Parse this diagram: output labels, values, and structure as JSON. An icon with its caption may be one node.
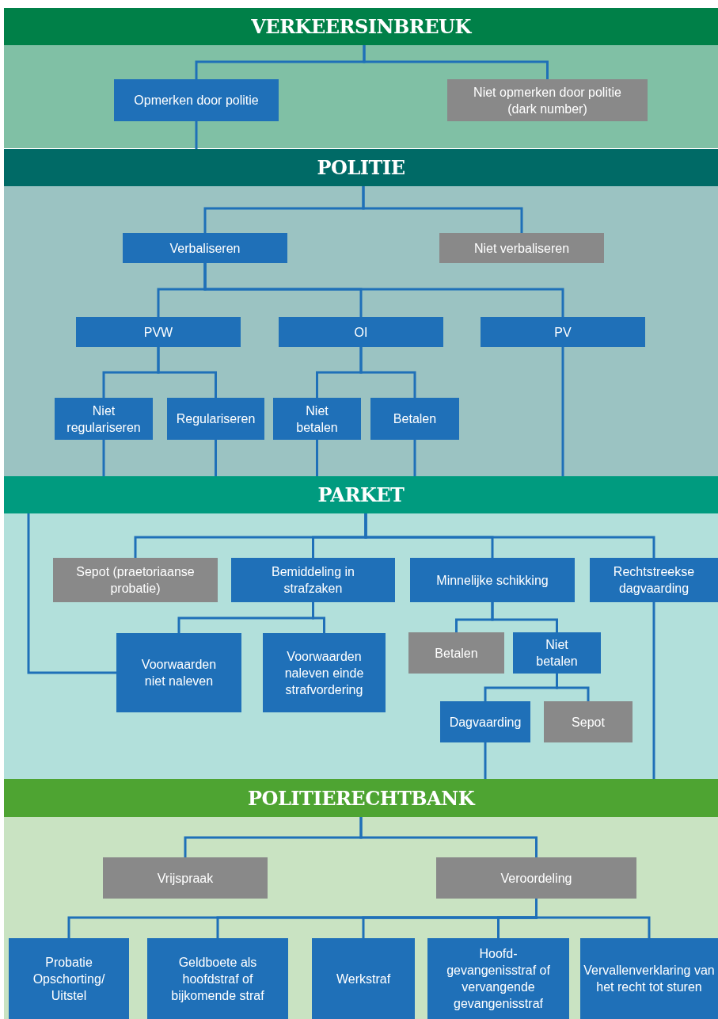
{
  "diagram": {
    "nodes": [
      {
        "text": [
          "VERKEERSINBREUK"
        ]
      },
      {
        "text": [
          "Opmerken door politie"
        ]
      },
      {
        "text": [
          "Niet opmerken door politie (dark number)"
        ]
      },
      {
        "text": [
          "POLITIE"
        ]
      },
      {
        "text": [
          "Verbaliseren"
        ]
      },
      {
        "text": [
          "Niet verbaliseren"
        ]
      },
      {
        "text": [
          "PVW"
        ]
      },
      {
        "text": [
          "OI"
        ]
      },
      {
        "text": [
          "PV"
        ]
      },
      {
        "text": [
          "Niet regulariseren"
        ]
      },
      {
        "text": [
          "Regulariseren"
        ]
      },
      {
        "text": [
          "Niet betalen"
        ]
      },
      {
        "text": [
          "Betalen"
        ]
      },
      {
        "text": [
          "PARKET"
        ]
      },
      {
        "text": [
          "Sepot (praetoriaanse probatie)"
        ]
      },
      {
        "text": [
          "Bemiddeling in strafzaken"
        ]
      },
      {
        "text": [
          "Minnelijke schikking"
        ]
      },
      {
        "text": [
          "Rechtstreekse dagvaarding"
        ]
      },
      {
        "text": [
          "Voorwaarden niet naleven"
        ]
      },
      {
        "text": [
          "Voorwaarden naleven einde strafvordering"
        ]
      },
      {
        "text": [
          "Betalen"
        ]
      },
      {
        "text": [
          "Niet betalen"
        ]
      },
      {
        "text": [
          "Dagvaarding"
        ]
      },
      {
        "text": [
          "Sepot"
        ]
      },
      {
        "text": [
          "POLITIERECHTBANK"
        ]
      },
      {
        "text": [
          "Vrijspraak"
        ]
      },
      {
        "text": [
          "Veroordeling"
        ]
      },
      {
        "text": [
          "Probatie Opschorting/ Uitstel"
        ]
      },
      {
        "text": [
          "Geldboete als hoofdstraf of bijkomende straf"
        ]
      },
      {
        "text": [
          "Werkstraf"
        ]
      },
      {
        "text": [
          "Hoofd- gevangenisstraf of vervangende gevangenisstraf"
        ]
      },
      {
        "text": [
          "Vervallenverklaring van het recht tot sturen"
        ]
      }
    ],
    "edges": [
      {
        "from": 0,
        "to": 1,
        "arrow": "none"
      },
      {
        "from": 0,
        "to": 2,
        "arrow": "none"
      },
      {
        "from": 1,
        "to": 3,
        "arrow": "none"
      },
      {
        "from": 3,
        "to": 4,
        "arrow": "none"
      },
      {
        "from": 3,
        "to": 5,
        "arrow": "none"
      },
      {
        "from": 4,
        "to": 6,
        "arrow": "none"
      },
      {
        "from": 4,
        "to": 7,
        "arrow": "none"
      },
      {
        "from": 4,
        "to": 8,
        "arrow": "none"
      },
      {
        "from": 6,
        "to": 9,
        "arrow": "none"
      },
      {
        "from": 6,
        "to": 10,
        "arrow": "none"
      },
      {
        "from": 7,
        "to": 11,
        "arrow": "none"
      },
      {
        "from": 7,
        "to": 12,
        "arrow": "none"
      },
      {
        "from": 9,
        "to": 13,
        "arrow": "none"
      },
      {
        "from": 10,
        "to": 13,
        "arrow": "none"
      },
      {
        "from": 11,
        "to": 13,
        "arrow": "none"
      },
      {
        "from": 12,
        "to": 13,
        "arrow": "none"
      },
      {
        "from": 8,
        "to": 13,
        "arrow": "none"
      },
      {
        "from": 13,
        "to": 14,
        "arrow": "none"
      },
      {
        "from": 13,
        "to": 15,
        "arrow": "none"
      },
      {
        "from": 13,
        "to": 16,
        "arrow": "none"
      },
      {
        "from": 13,
        "to": 17,
        "arrow": "none"
      },
      {
        "from": 15,
        "to": 18,
        "arrow": "none"
      },
      {
        "from": 15,
        "to": 19,
        "arrow": "none"
      },
      {
        "from": 18,
        "to": 13,
        "arrow": "none"
      },
      {
        "from": 16,
        "to": 20,
        "arrow": "none"
      },
      {
        "from": 16,
        "to": 21,
        "arrow": "none"
      },
      {
        "from": 21,
        "to": 22,
        "arrow": "none"
      },
      {
        "from": 21,
        "to": 23,
        "arrow": "none"
      },
      {
        "from": 22,
        "to": 24,
        "arrow": "none"
      },
      {
        "from": 17,
        "to": 24,
        "arrow": "none"
      },
      {
        "from": 24,
        "to": 25,
        "arrow": "none"
      },
      {
        "from": 24,
        "to": 26,
        "arrow": "none"
      },
      {
        "from": 26,
        "to": 27,
        "arrow": "none"
      },
      {
        "from": 26,
        "to": 28,
        "arrow": "none"
      },
      {
        "from": 26,
        "to": 29,
        "arrow": "none"
      },
      {
        "from": 26,
        "to": 30,
        "arrow": "none"
      },
      {
        "from": 26,
        "to": 31,
        "arrow": "none"
      }
    ]
  }
}
